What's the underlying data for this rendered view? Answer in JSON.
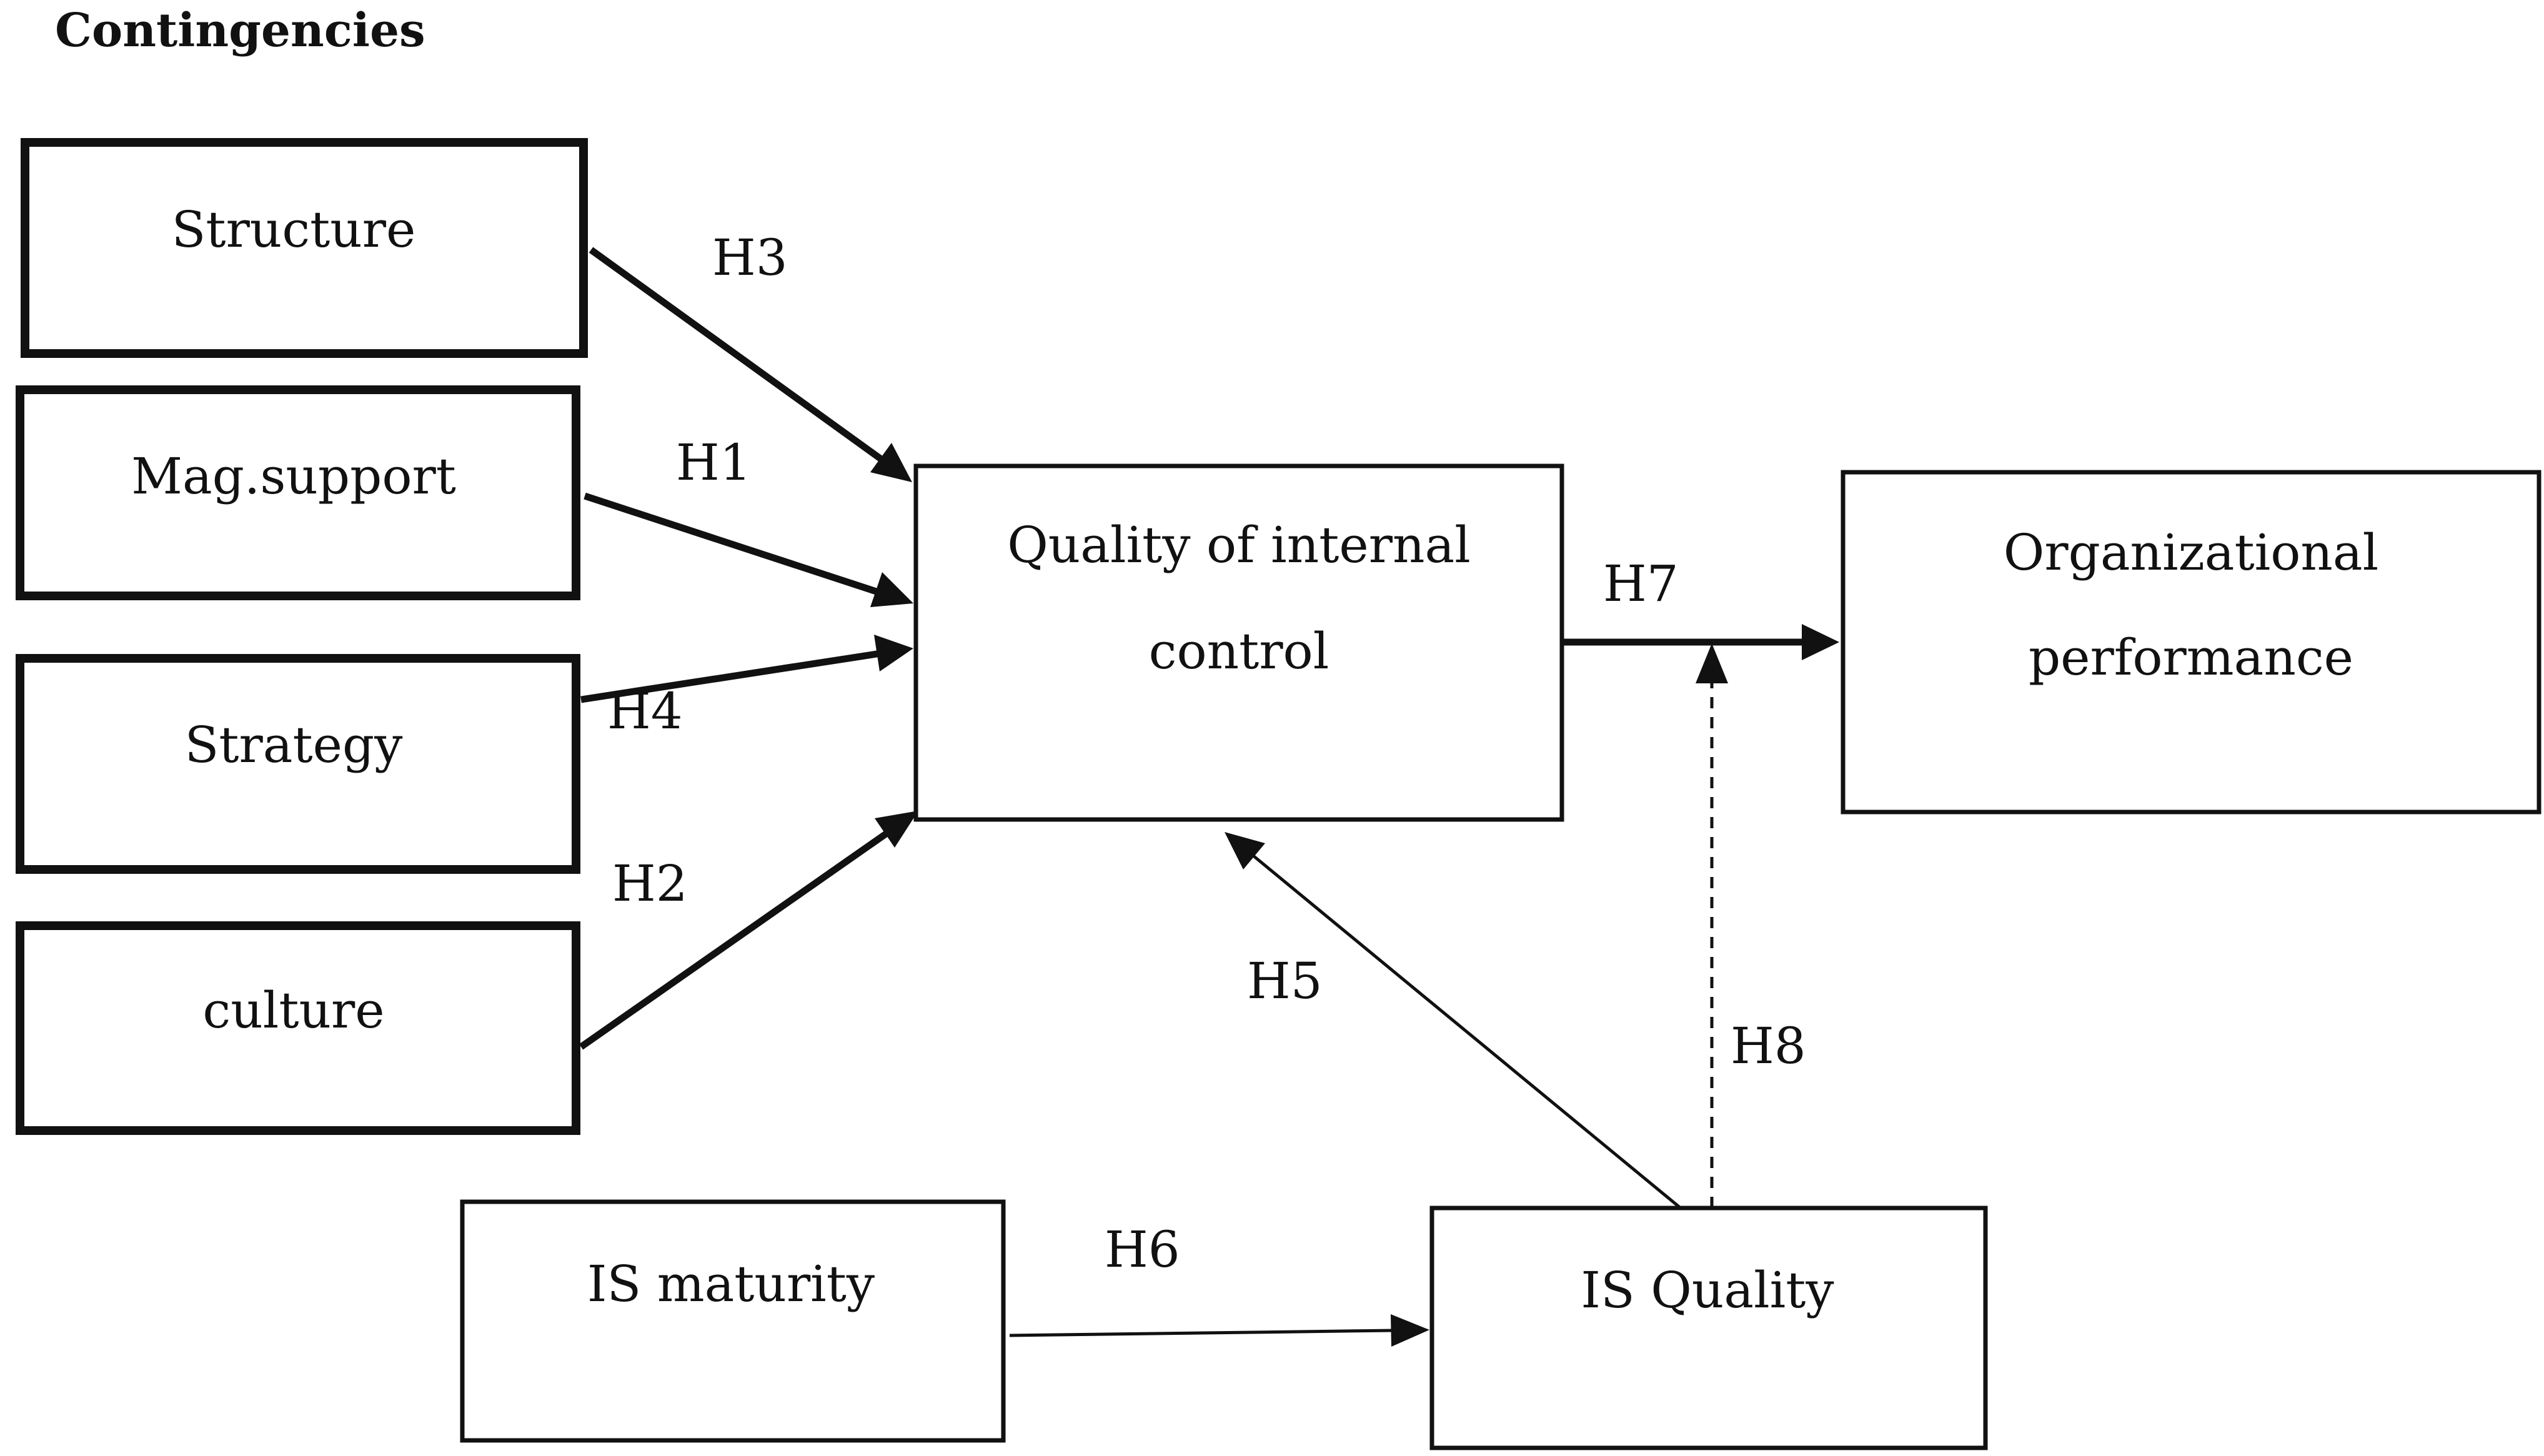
{
  "diagram": {
    "heading": "Contingencies",
    "nodes": {
      "structure": "Structure",
      "mag_support": "Mag.support",
      "strategy": "Strategy",
      "culture": "culture",
      "quality_internal_control": [
        "Quality of internal",
        "control"
      ],
      "organizational_performance": [
        "Organizational",
        "performance"
      ],
      "is_maturity": "IS maturity",
      "is_quality": "IS Quality"
    },
    "edges": [
      {
        "label": "H3",
        "from": "Structure",
        "to": "Quality of internal control"
      },
      {
        "label": "H1",
        "from": "Mag.support",
        "to": "Quality of internal control"
      },
      {
        "label": "H4",
        "from": "Strategy",
        "to": "Quality of internal control"
      },
      {
        "label": "H2",
        "from": "culture",
        "to": "Quality of internal control"
      },
      {
        "label": "H7",
        "from": "Quality of internal control",
        "to": "Organizational performance"
      },
      {
        "label": "H5",
        "from": "IS Quality",
        "to": "Quality of internal control"
      },
      {
        "label": "H8",
        "from": "IS Quality",
        "to": "H7 path (moderation)"
      },
      {
        "label": "H6",
        "from": "IS maturity",
        "to": "IS Quality"
      }
    ]
  }
}
